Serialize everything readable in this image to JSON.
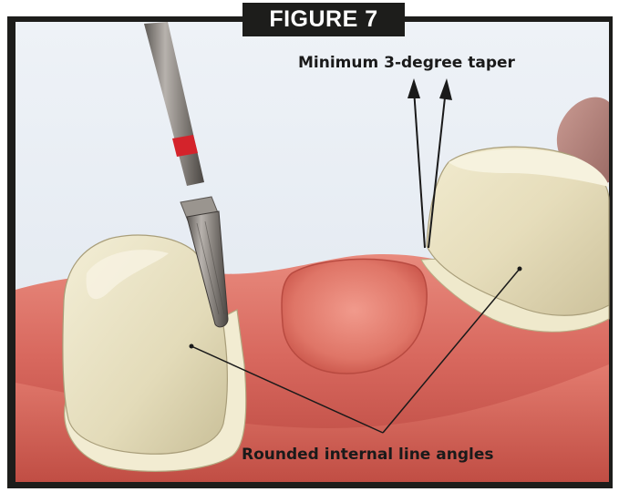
{
  "figure": {
    "title": "FIGURE 7",
    "labels": {
      "taper": "Minimum 3-degree taper",
      "rounded_angles": "Rounded internal line angles"
    }
  },
  "colors": {
    "frame": "#1d1d1b",
    "background_panel": "#e9eef5",
    "gum": "#d9695f",
    "gum_dark": "#a8433b",
    "tooth_enamel": "#ece6c8",
    "bur_shank": "#8a8580",
    "bur_band": "#d4232b",
    "leader_line": "#1a1a1a"
  },
  "icons": {
    "bur": "dental-bur-illustration",
    "tooth_left": "prepared-tooth-illustration",
    "tooth_right": "prepared-tooth-illustration",
    "socket": "tooth-socket-illustration"
  }
}
